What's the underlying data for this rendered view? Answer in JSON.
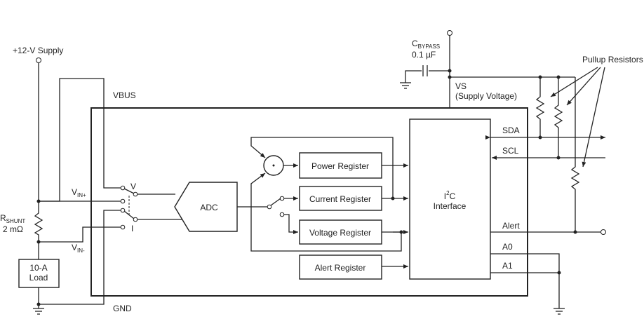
{
  "labels": {
    "supply": "+12-V Supply",
    "vbus": "VBUS",
    "gnd": "GND",
    "cbypass_main": "C",
    "cbypass_sub": "BYPASS",
    "cbypass_value": "0.1 µF",
    "vs": "VS",
    "vs_desc": "(Supply Voltage)",
    "pullup": "Pullup Resistors",
    "rshunt_main": "R",
    "rshunt_sub": "SHUNT",
    "rshunt_value": "2 mΩ",
    "load_line1": "10-A",
    "load_line2": "Load",
    "vinp_main": "V",
    "vinp_sub": "IN+",
    "vinn_main": "V",
    "vinn_sub": "IN-",
    "mux_v": "V",
    "mux_i": "I",
    "adc": "ADC",
    "i2c_i": "I",
    "i2c_sup": "2",
    "i2c_c": "C",
    "i2c_interface": "Interface"
  },
  "registers": {
    "power": "Power Register",
    "current": "Current Register",
    "voltage": "Voltage Register",
    "alert": "Alert Register"
  },
  "pins": {
    "sda": "SDA",
    "scl": "SCL",
    "alert": "Alert",
    "a0": "A0",
    "a1": "A1"
  }
}
